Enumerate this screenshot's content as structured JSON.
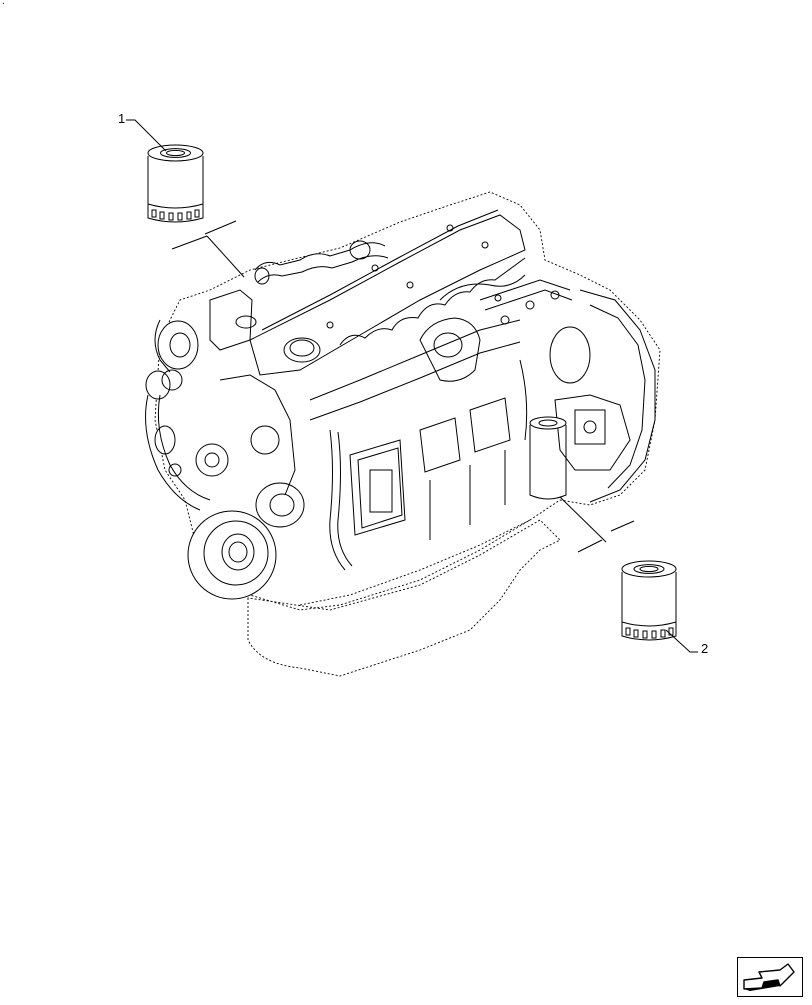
{
  "corner_mark": ".",
  "callouts": [
    {
      "label": "1",
      "part": "filter"
    },
    {
      "label": "2",
      "part": "filter"
    }
  ],
  "nav_icon": "arrow-icon",
  "colors": {
    "line": "#000000",
    "background": "#ffffff"
  }
}
